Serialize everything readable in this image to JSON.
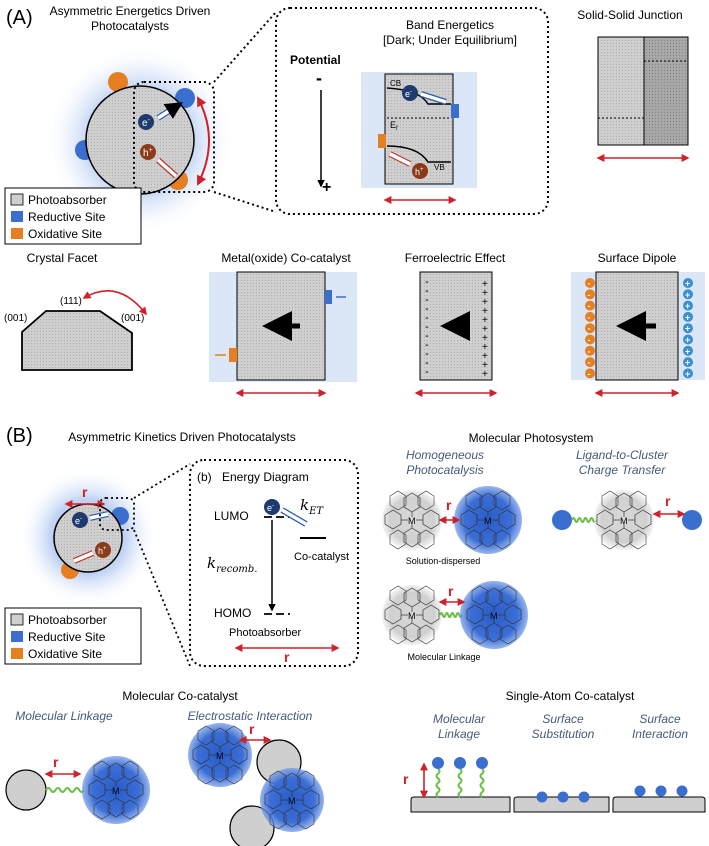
{
  "panel_a": {
    "label": "(A)",
    "title_line1": "Asymmetric Energetics Driven",
    "title_line2": "Photocatalysts",
    "electron": "e",
    "electron_sup": "-",
    "hole": "h",
    "hole_sup": "+",
    "band": {
      "title": "Band Energetics",
      "subtitle": "[Dark; Under Equilibrium]",
      "potential": "Potential",
      "minus": "-",
      "plus": "+",
      "cb": "CB",
      "vb": "VB",
      "ef": "E",
      "ef_sub": "f"
    },
    "solid_solid": "Solid-Solid Junction",
    "crystal_facet": {
      "title": "Crystal Facet",
      "f001_left": "(001)",
      "f111": "(111)",
      "f001_right": "(001)"
    },
    "metal_oxide": "Metal(oxide) Co-catalyst",
    "ferroelectric": "Ferroelectric Effect",
    "surface_dipole": "Surface Dipole"
  },
  "legend": {
    "photoabsorber": "Photoabsorber",
    "reductive": "Reductive Site",
    "oxidative": "Oxidative Site"
  },
  "panel_b": {
    "label": "(B)",
    "title": "Asymmetric Kinetics Driven Photocatalysts",
    "r": "r",
    "energy": {
      "sub_label": "(b)",
      "title": "Energy Diagram",
      "lumo": "LUMO",
      "homo": "HOMO",
      "k_et": "k",
      "k_et_sub": "ET",
      "k_recomb": "k",
      "k_recomb_sub": "recomb.",
      "cocatalyst": "Co-catalyst",
      "photoabsorber": "Photoabsorber"
    },
    "molecular_photosystem": {
      "title": "Molecular Photosystem",
      "homogeneous_1": "Homogeneous",
      "homogeneous_2": "Photocatalysis",
      "lct_1": "Ligand-to-Cluster",
      "lct_2": "Charge Transfer",
      "solution_dispersed": "Solution-dispersed",
      "molecular_linkage": "Molecular Linkage",
      "metal": "M"
    },
    "molecular_cocatalyst": {
      "title": "Molecular Co-catalyst",
      "linkage": "Molecular Linkage",
      "electrostatic": "Electrostatic Interaction"
    },
    "single_atom": {
      "title": "Single-Atom Co-catalyst",
      "linkage_1": "Molecular",
      "linkage_2": "Linkage",
      "substitution_1": "Surface",
      "substitution_2": "Substitution",
      "interaction_1": "Surface",
      "interaction_2": "Interaction"
    }
  },
  "colors": {
    "reductive": "#3a6fd0",
    "oxidative": "#e67e22",
    "arrow": "#d0202a",
    "glow": "#b9cdf0",
    "gray": "#cfcfcf",
    "electron_fill": "#1e3a6e",
    "hole_fill": "#8b3a1a",
    "italic_blue": "#445a7a"
  }
}
